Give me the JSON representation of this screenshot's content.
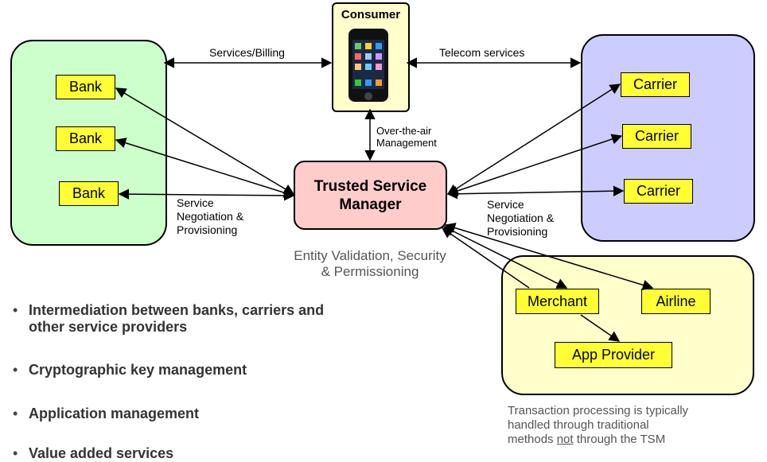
{
  "consumer": {
    "title": "Consumer",
    "phone_icon": "smartphone-icon"
  },
  "banks": [
    "Bank",
    "Bank",
    "Bank"
  ],
  "carriers": [
    "Carrier",
    "Carrier",
    "Carrier"
  ],
  "merchants": {
    "merchant": "Merchant",
    "airline": "Airline",
    "app_provider": "App Provider"
  },
  "tsm": {
    "line1": "Trusted Service",
    "line2": "Manager"
  },
  "labels": {
    "services_billing": "Services/Billing",
    "telecom_services": "Telecom services",
    "ota_line1": "Over-the-air",
    "ota_line2": "Management",
    "left_neg_1": "Service",
    "left_neg_2": "Negotiation &",
    "left_neg_3": "Provisioning",
    "right_neg_1": "Service",
    "right_neg_2": "Negotiation &",
    "right_neg_3": "Provisioning",
    "entity_1": "Entity Validation, Security",
    "entity_2": "& Permissioning",
    "txn_1": "Transaction processing is typically",
    "txn_2": "handled through traditional",
    "txn_3a": "methods ",
    "txn_3b": "not",
    "txn_3c": " through the TSM"
  },
  "bullets": [
    {
      "line1": "Intermediation between banks, carriers and",
      "line2": "other service providers"
    },
    {
      "line1": "Cryptographic key management"
    },
    {
      "line1": "Application management"
    },
    {
      "line1": "Value added services"
    }
  ],
  "colors": {
    "bank_group": "#ccffcc",
    "carrier_group": "#ccccff",
    "merchant_group": "#ffffcc",
    "box": "#ffff33",
    "tsm": "#ffcccc",
    "consumer": "#ffffcc"
  }
}
